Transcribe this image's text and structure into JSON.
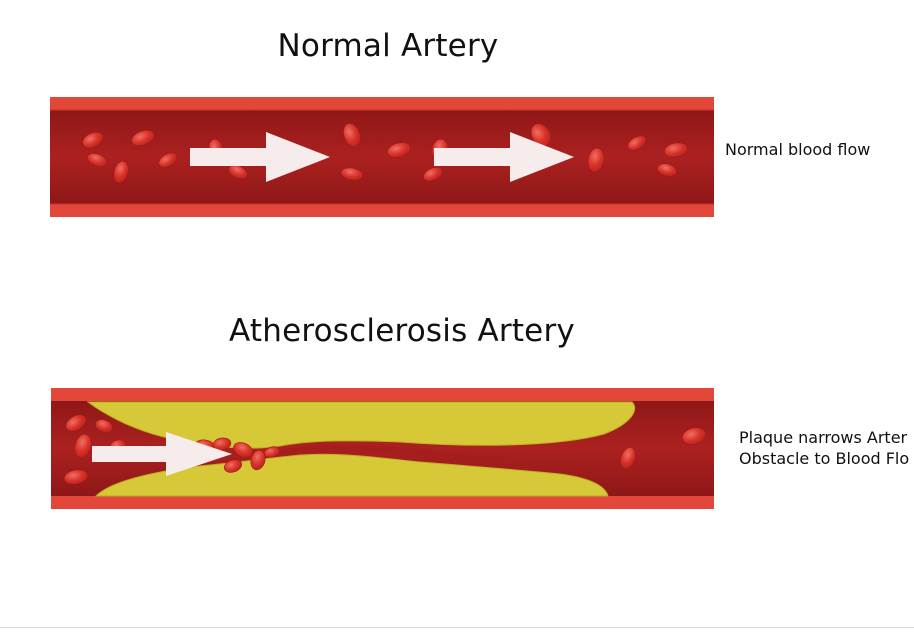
{
  "diagram": {
    "normal": {
      "title": "Normal Artery",
      "caption": "Normal blood flow"
    },
    "atherosclerosis": {
      "title": "Atherosclerosis Artery",
      "caption_lines": [
        "Plaque narrows Arter",
        "Obstacle to Blood Flo"
      ]
    }
  },
  "colors": {
    "vessel_wall": "#e2473a",
    "vessel_wall_edge": "#c93328",
    "lumen": "#a51d1c",
    "lumen_dark": "#8a1414",
    "cell": "#d8332b",
    "cell_highlight": "#f07062",
    "plaque": "#d6c836",
    "plaque_edge": "#bfae22",
    "arrow": "#f7ecec",
    "text": "#111111"
  }
}
